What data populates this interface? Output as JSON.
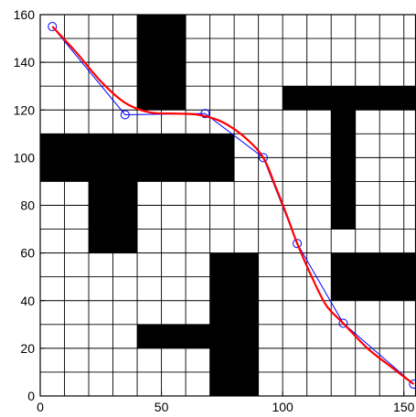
{
  "chart_data": {
    "type": "line",
    "title": "",
    "xlabel": "",
    "ylabel": "",
    "xlim": [
      0,
      155
    ],
    "ylim": [
      0,
      160
    ],
    "grid": true,
    "grid_step": 10,
    "x_ticks": [
      "0",
      "50",
      "100",
      "150"
    ],
    "x_tick_values": [
      0,
      50,
      100,
      150
    ],
    "y_ticks": [
      "0",
      "20",
      "40",
      "60",
      "80",
      "100",
      "120",
      "140",
      "160"
    ],
    "y_tick_values": [
      0,
      20,
      40,
      60,
      80,
      100,
      120,
      140,
      160
    ],
    "obstacles": [
      {
        "x": [
          40,
          60
        ],
        "y": [
          120,
          160
        ]
      },
      {
        "x": [
          0,
          80
        ],
        "y": [
          90,
          110
        ]
      },
      {
        "x": [
          20,
          40
        ],
        "y": [
          60,
          90
        ]
      },
      {
        "x": [
          100,
          155
        ],
        "y": [
          120,
          130
        ]
      },
      {
        "x": [
          120,
          130
        ],
        "y": [
          70,
          120
        ]
      },
      {
        "x": [
          120,
          155
        ],
        "y": [
          40,
          60
        ]
      },
      {
        "x": [
          70,
          90
        ],
        "y": [
          0,
          60
        ]
      },
      {
        "x": [
          40,
          70
        ],
        "y": [
          20,
          30
        ]
      }
    ],
    "series": [
      {
        "role": "waypoints",
        "x": [
          5,
          35,
          68,
          92,
          106,
          125,
          154
        ],
        "y": [
          155,
          118,
          118.5,
          100,
          64,
          30.5,
          5
        ],
        "color": "#0000ff",
        "marker": "circle"
      },
      {
        "role": "smoothed-path",
        "x": [
          5,
          15,
          25,
          35,
          45,
          55,
          65,
          75,
          85,
          92,
          97,
          102,
          106,
          112,
          118,
          125,
          135,
          145,
          154
        ],
        "y": [
          155,
          144,
          132,
          123,
          119,
          118.5,
          118,
          115,
          108,
          100,
          88,
          75,
          64,
          50,
          38,
          30.5,
          20,
          12,
          5
        ],
        "color": "#ff0000"
      }
    ],
    "colors": {
      "background": "#ffffff",
      "obstacle": "#000000",
      "grid": "#000000"
    }
  }
}
